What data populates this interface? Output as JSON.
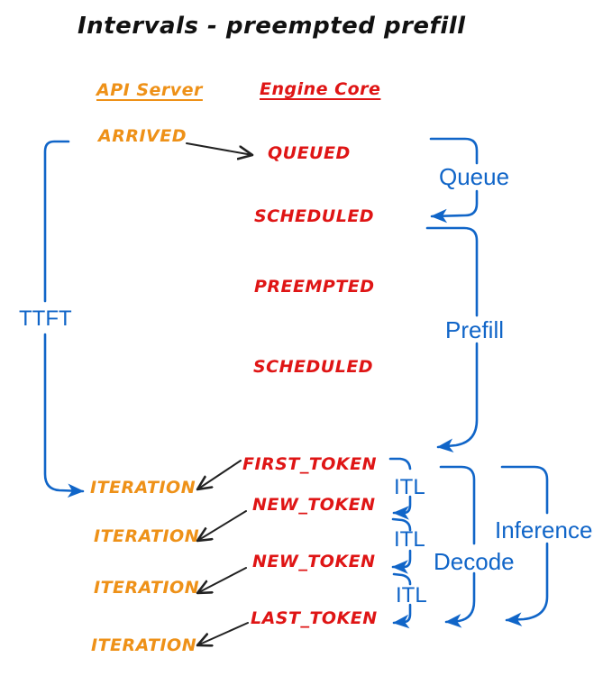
{
  "title": "Intervals - preempted prefill",
  "columns": {
    "api_server": "API Server",
    "engine_core": "Engine Core"
  },
  "api_events": {
    "arrived": "ARRIVED",
    "iterations": [
      "ITERATION",
      "ITERATION",
      "ITERATION",
      "ITERATION"
    ]
  },
  "engine_events": {
    "queued": "QUEUED",
    "scheduled_1": "SCHEDULED",
    "preempted": "PREEMPTED",
    "scheduled_2": "SCHEDULED",
    "first_token": "FIRST_TOKEN",
    "new_token_1": "NEW_TOKEN",
    "new_token_2": "NEW_TOKEN",
    "last_token": "LAST_TOKEN"
  },
  "intervals": {
    "ttft": "TTFT",
    "queue": "Queue",
    "prefill": "Prefill",
    "itl_labels": [
      "ITL",
      "ITL",
      "ITL"
    ],
    "decode": "Decode",
    "inference": "Inference"
  },
  "colors": {
    "title": "#111111",
    "api_server": "#EE9118",
    "engine_core": "#DF1515",
    "interval": "#1065C8",
    "connector": "#222222"
  }
}
